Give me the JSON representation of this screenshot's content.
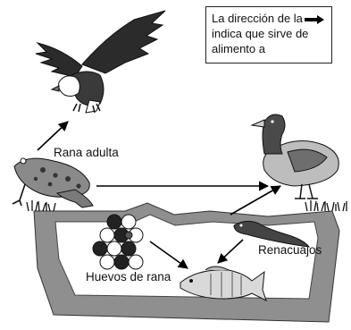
{
  "legend_note": {
    "line1": "La dirección de la",
    "line2": "indica que sirve de",
    "line3": "alimento a",
    "arrow_icon": "right-arrow-icon"
  },
  "labels": {
    "adult_frog": "Rana adulta",
    "tadpoles": "Renacuajos",
    "frog_eggs": "Huevos de rana"
  },
  "organisms": [
    "eagle",
    "duck",
    "adult-frog",
    "frog-eggs",
    "tadpole",
    "fish"
  ],
  "colors": {
    "pond_water": "#8f8f8f",
    "ground": "#e8e8e8",
    "outline": "#111111",
    "arrow": "#000000"
  }
}
